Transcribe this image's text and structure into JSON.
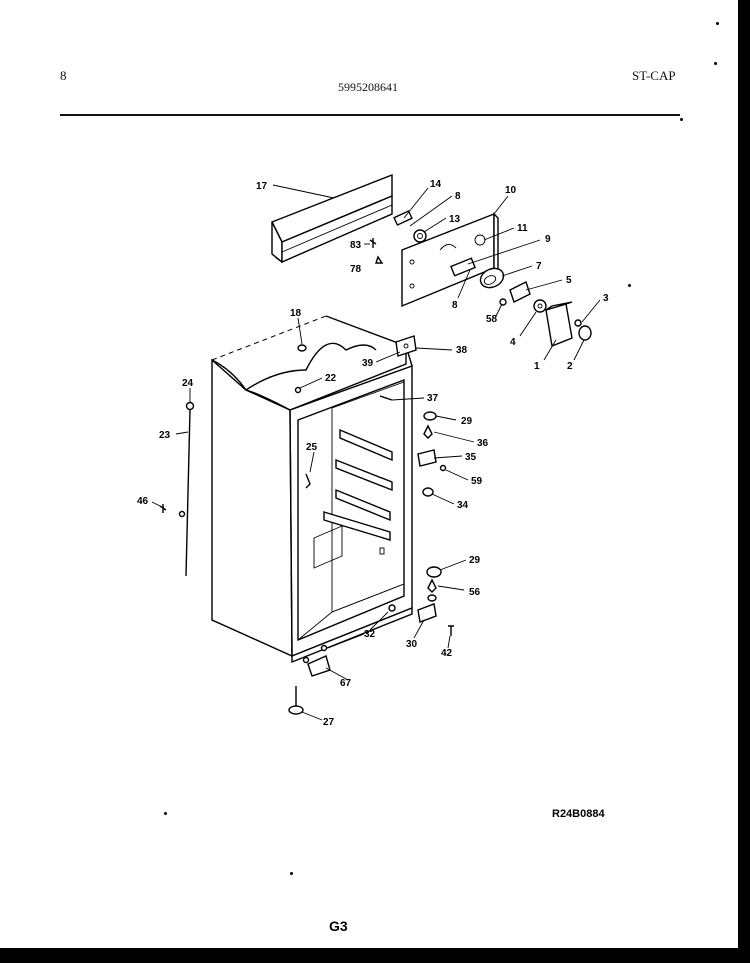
{
  "header": {
    "page_number": "8",
    "document_number": "5995208641",
    "model_code": "ST-CAP"
  },
  "diagram": {
    "callouts": [
      {
        "id": "c17",
        "label": "17"
      },
      {
        "id": "c14",
        "label": "14"
      },
      {
        "id": "c8a",
        "label": "8"
      },
      {
        "id": "c13",
        "label": "13"
      },
      {
        "id": "c83",
        "label": "83"
      },
      {
        "id": "c78",
        "label": "78"
      },
      {
        "id": "c10",
        "label": "10"
      },
      {
        "id": "c11",
        "label": "11"
      },
      {
        "id": "c9",
        "label": "9"
      },
      {
        "id": "c7",
        "label": "7"
      },
      {
        "id": "c8b",
        "label": "8"
      },
      {
        "id": "c5",
        "label": "5"
      },
      {
        "id": "c58",
        "label": "58"
      },
      {
        "id": "c3",
        "label": "3"
      },
      {
        "id": "c4",
        "label": "4"
      },
      {
        "id": "c1",
        "label": "1"
      },
      {
        "id": "c2",
        "label": "2"
      },
      {
        "id": "c18",
        "label": "18"
      },
      {
        "id": "c39",
        "label": "39"
      },
      {
        "id": "c38",
        "label": "38"
      },
      {
        "id": "c22",
        "label": "22"
      },
      {
        "id": "c24",
        "label": "24"
      },
      {
        "id": "c37",
        "label": "37"
      },
      {
        "id": "c29a",
        "label": "29"
      },
      {
        "id": "c23",
        "label": "23"
      },
      {
        "id": "c36",
        "label": "36"
      },
      {
        "id": "c25",
        "label": "25"
      },
      {
        "id": "c35",
        "label": "35"
      },
      {
        "id": "c59",
        "label": "59"
      },
      {
        "id": "c46",
        "label": "46"
      },
      {
        "id": "c34",
        "label": "34"
      },
      {
        "id": "c29b",
        "label": "29"
      },
      {
        "id": "c56",
        "label": "56"
      },
      {
        "id": "c32",
        "label": "32"
      },
      {
        "id": "c30",
        "label": "30"
      },
      {
        "id": "c42",
        "label": "42"
      },
      {
        "id": "c67",
        "label": "67"
      },
      {
        "id": "c27",
        "label": "27"
      }
    ]
  },
  "footer": {
    "reference_code": "R24B0884",
    "page_code": "G3"
  }
}
